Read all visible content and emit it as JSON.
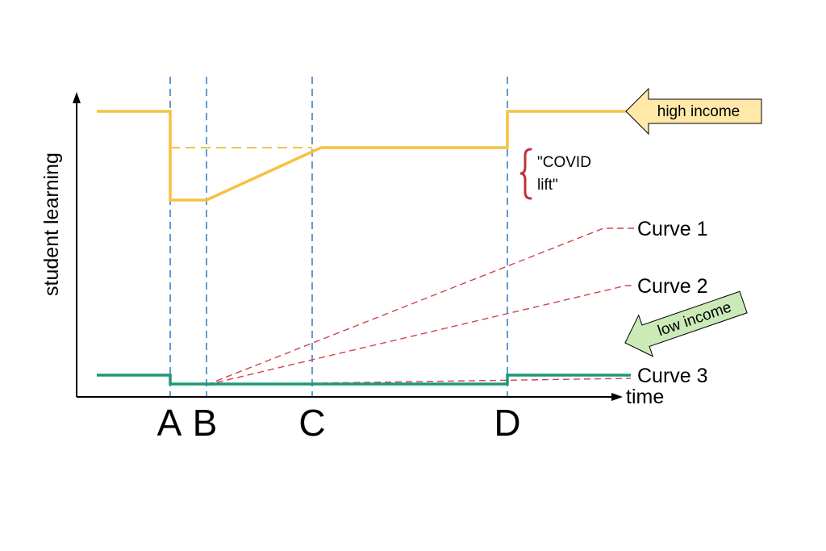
{
  "axes": {
    "y_label": "student learning",
    "x_label": "time"
  },
  "time_points": [
    "A",
    "B",
    "C",
    "D"
  ],
  "groups": {
    "high": {
      "label": "high income",
      "color": "#f6c143",
      "arrow_fill": "#ffe8a8"
    },
    "low": {
      "label": "low income",
      "color": "#1f9878",
      "arrow_fill": "#cbeab8"
    }
  },
  "annotation": {
    "line1": "\"COVID",
    "line2": "lift\"",
    "brace_color": "#c0323a"
  },
  "curves": [
    {
      "label": "Curve 1"
    },
    {
      "label": "Curve 2"
    },
    {
      "label": "Curve 3"
    }
  ],
  "colors": {
    "guides": "#3b82c4",
    "projections": "#d0444c",
    "axis": "#000000"
  }
}
